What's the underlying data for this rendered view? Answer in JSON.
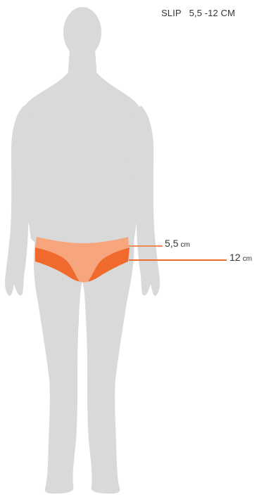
{
  "header": {
    "style_name": "SLIP",
    "size_range": "5,5 -12 CM"
  },
  "measurements": [
    {
      "value": "5,5",
      "unit": "cm"
    },
    {
      "value": "12",
      "unit": "cm"
    }
  ],
  "colors": {
    "silhouette": "#d9d9d9",
    "brief_light": "#f7a57c",
    "brief_dark": "#ef6a2c",
    "leader_line": "#f08a55",
    "text": "#333333"
  },
  "icons": {
    "body": "male-silhouette",
    "garment": "slip-brief"
  }
}
